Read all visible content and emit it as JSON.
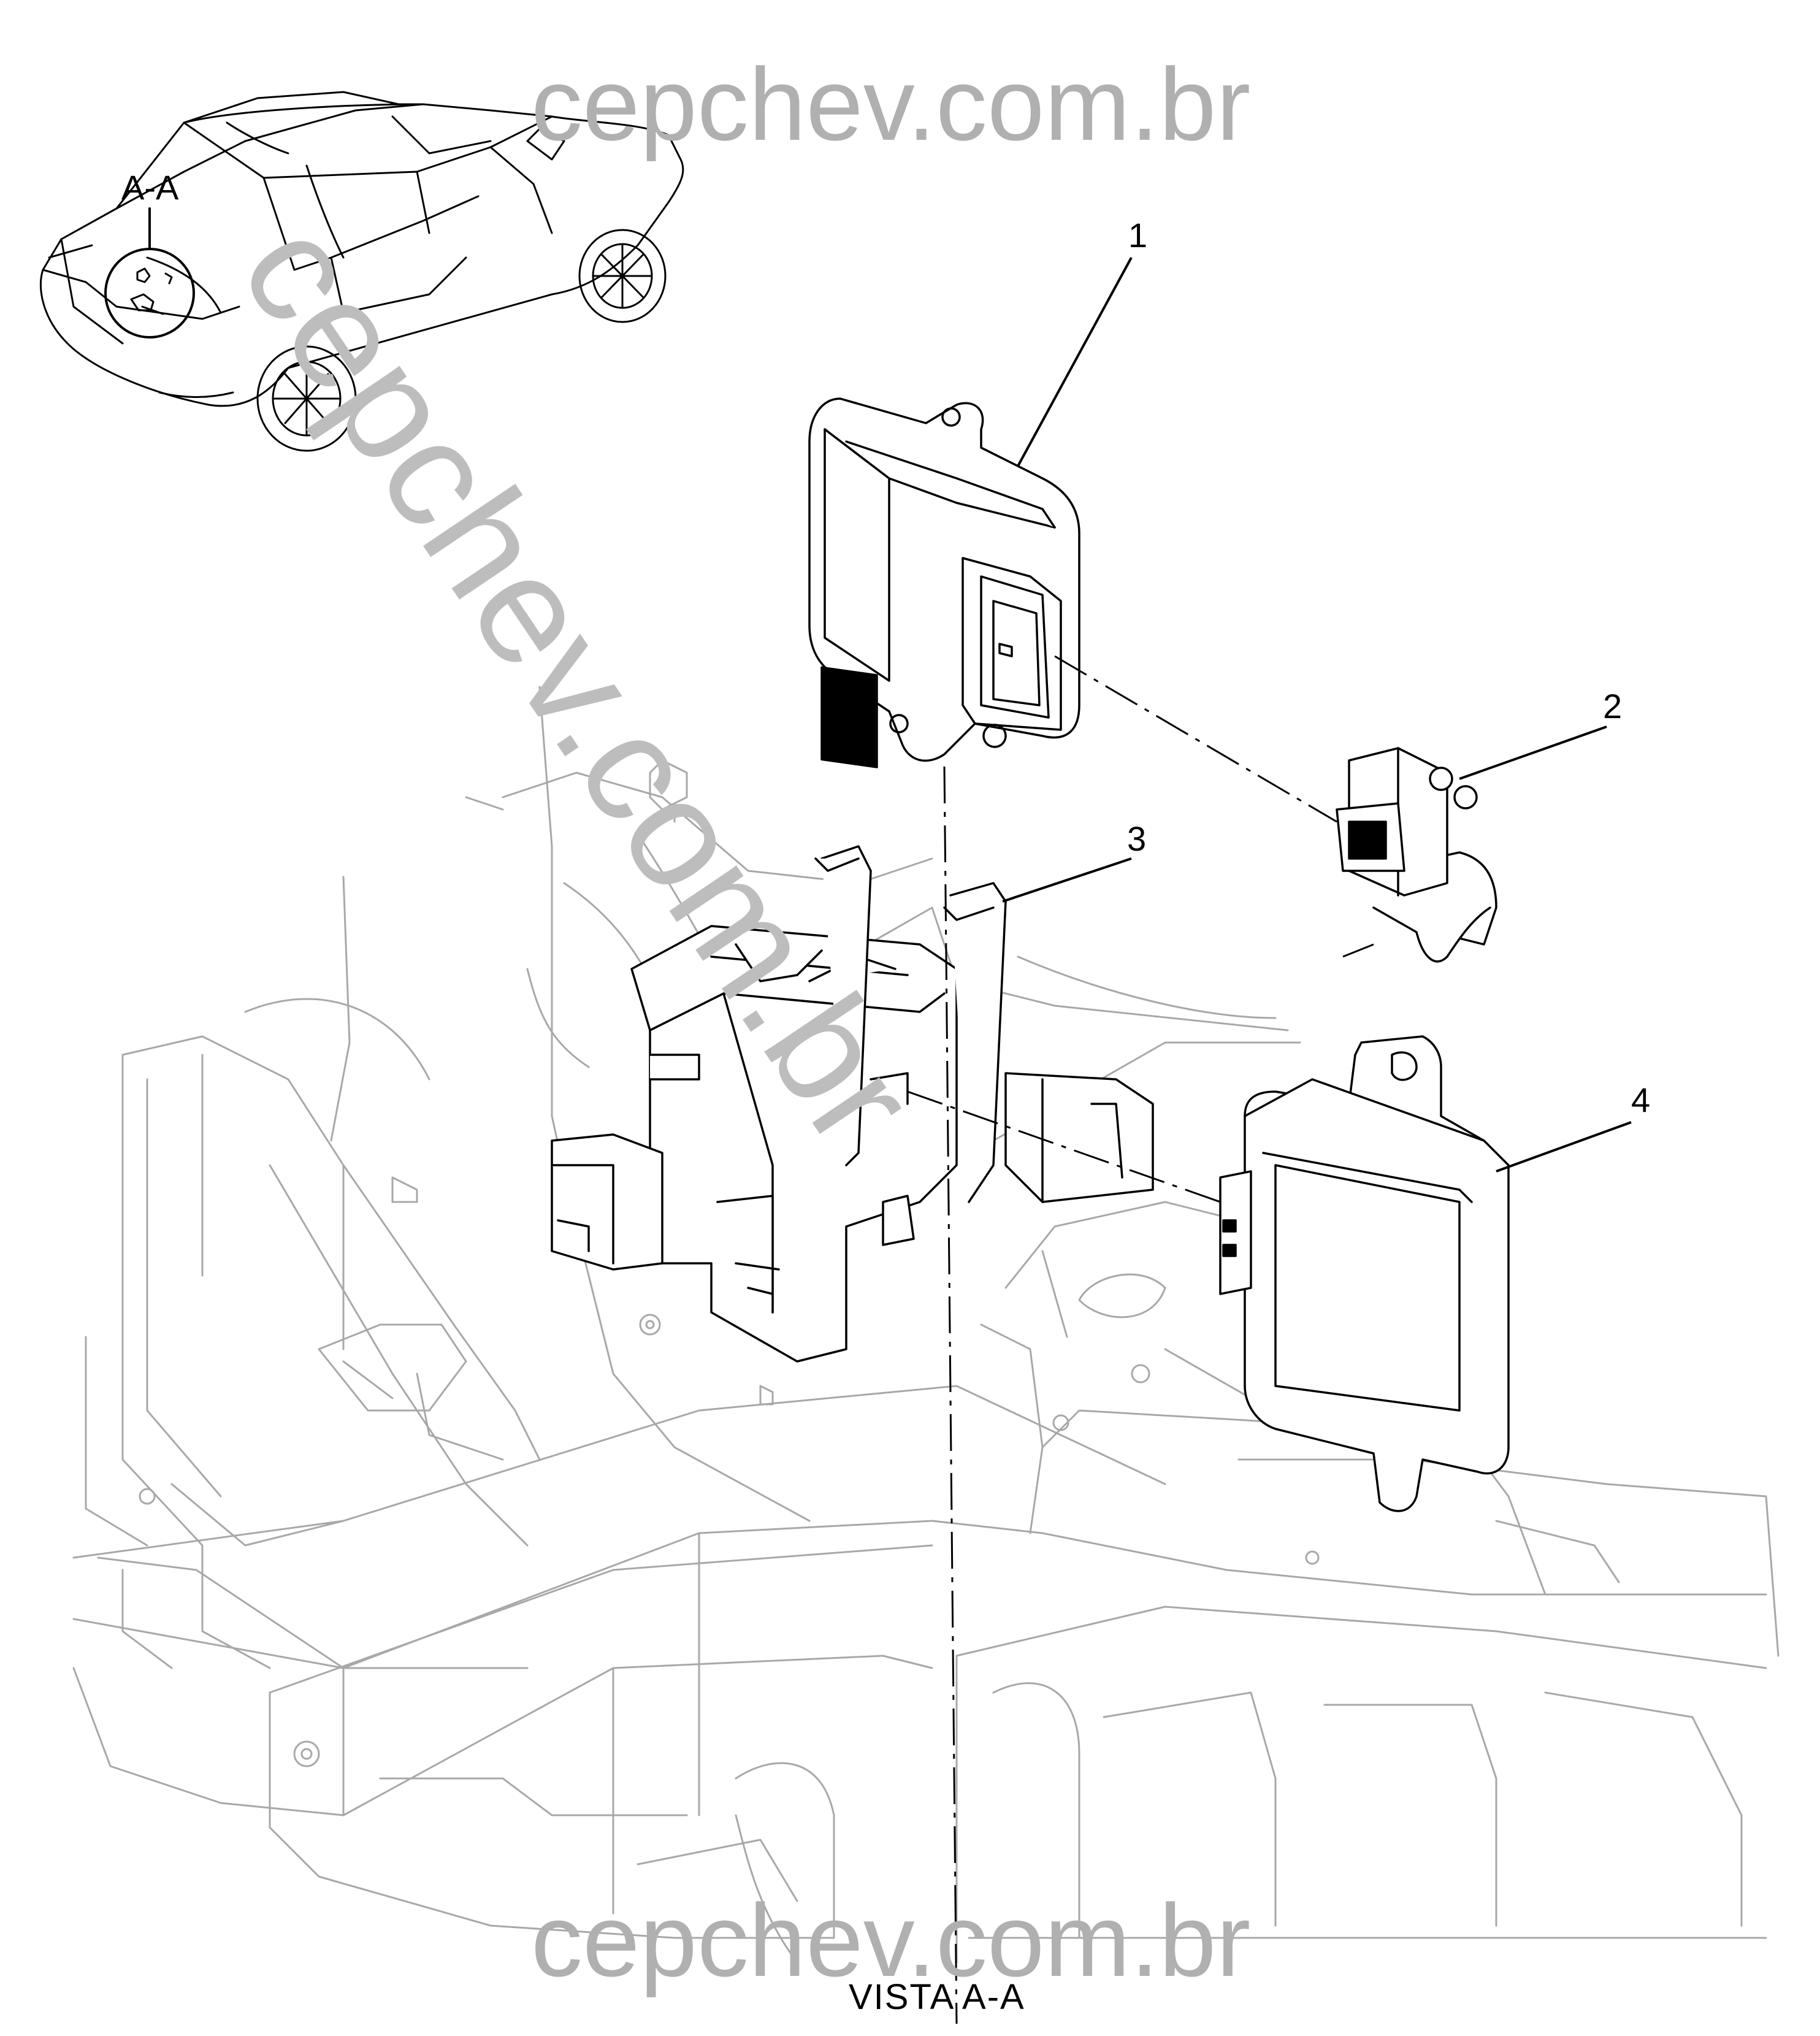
{
  "watermark": {
    "top": "cepchev.com.br",
    "diagonal": "cepchev.com.br",
    "bottom": "cepchev.com.br",
    "color": "#b0b0b0"
  },
  "inset": {
    "view_label": "A-A"
  },
  "callouts": [
    {
      "number": "1"
    },
    {
      "number": "2"
    },
    {
      "number": "3"
    },
    {
      "number": "4"
    }
  ],
  "caption": "VISTA A-A"
}
